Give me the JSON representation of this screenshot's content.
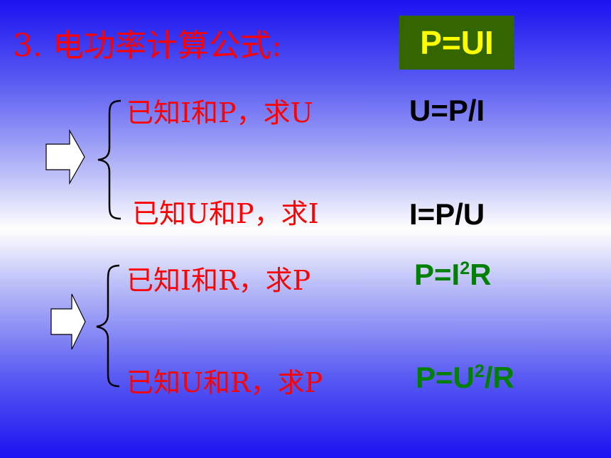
{
  "title": "3. 电功率计算公式:",
  "main_formula": "P=UI",
  "colors": {
    "title": "#ff0000",
    "main_box_bg": "#336600",
    "main_formula": "#ffff00",
    "condition_text": "#ff0000",
    "formula_black": "#000000",
    "formula_green": "#008000"
  },
  "groups": [
    {
      "items": [
        {
          "condition": "已知I和P，求U",
          "formula": "U=P/I"
        },
        {
          "condition": "已知U和P，求I",
          "formula": "I=P/U"
        }
      ]
    },
    {
      "items": [
        {
          "condition": "已知I和R，求P",
          "formula_pre": "P=I",
          "formula_sup": "2",
          "formula_post": "R"
        },
        {
          "condition": "已知U和R，求P",
          "formula_pre": "P=U",
          "formula_sup": "2",
          "formula_post": "/R"
        }
      ]
    }
  ],
  "icons": [
    "right-arrow-icon",
    "left-brace-icon"
  ]
}
